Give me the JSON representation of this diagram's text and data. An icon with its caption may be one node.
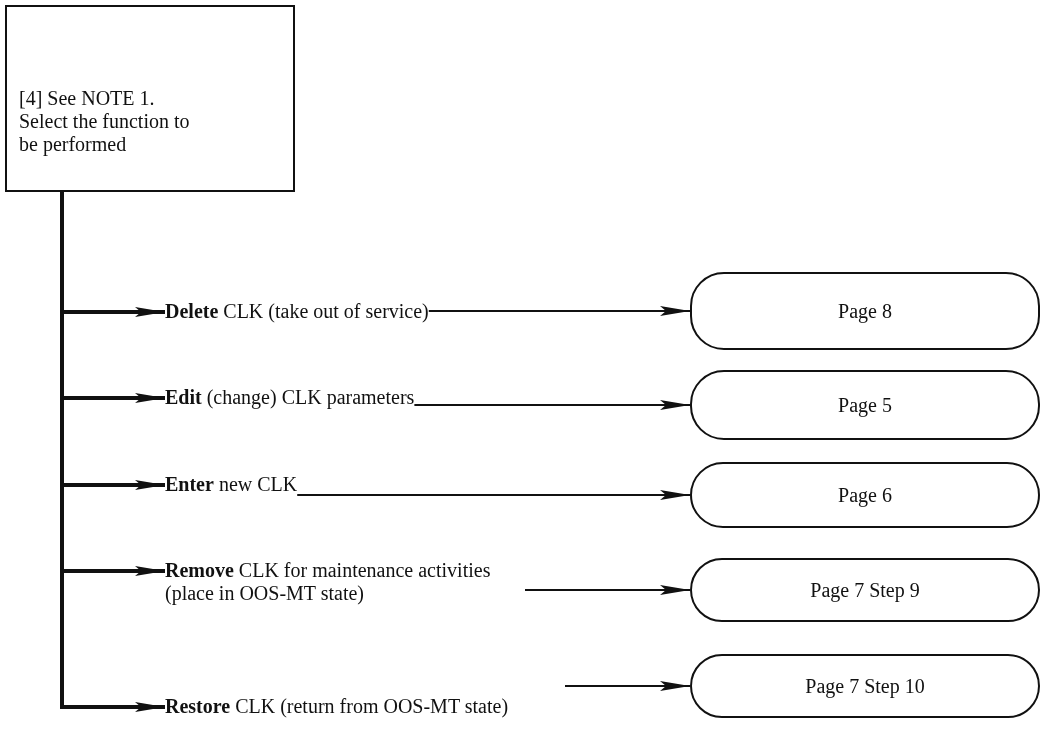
{
  "diagram": {
    "nodes": [
      {
        "text": [
          "[4] See NOTE 1. Select the function to be performed"
        ]
      },
      {
        "text": [
          "**Delete** CLK (take out of service)"
        ]
      },
      {
        "text": [
          "**Edit** (change) CLK parameters"
        ]
      },
      {
        "text": [
          "**Enter** new CLK"
        ]
      },
      {
        "text": [
          "**Remove** CLK for maintenance activities (place in OOS-MT state)"
        ]
      },
      {
        "text": [
          "**Restore** CLK (return from OOS-MT state)"
        ]
      },
      {
        "text": [
          "Page 8"
        ]
      },
      {
        "text": [
          "Page 5"
        ]
      },
      {
        "text": [
          "Page 6"
        ]
      },
      {
        "text": [
          "Page 7 Step 9"
        ]
      },
      {
        "text": [
          "Page 7 Step 10"
        ]
      }
    ],
    "edges": [
      {
        "from": 0,
        "to": 1,
        "arrow": "to",
        "style": "thick"
      },
      {
        "from": 0,
        "to": 2,
        "arrow": "to",
        "style": "thick"
      },
      {
        "from": 0,
        "to": 3,
        "arrow": "to",
        "style": "thick"
      },
      {
        "from": 0,
        "to": 4,
        "arrow": "to",
        "style": "thick"
      },
      {
        "from": 0,
        "to": 5,
        "arrow": "to",
        "style": "thick"
      },
      {
        "from": 1,
        "to": 6,
        "arrow": "to"
      },
      {
        "from": 2,
        "to": 7,
        "arrow": "to"
      },
      {
        "from": 3,
        "to": 8,
        "arrow": "to"
      },
      {
        "from": 4,
        "to": 9,
        "arrow": "to"
      },
      {
        "from": 5,
        "to": 10,
        "arrow": "to"
      }
    ]
  }
}
